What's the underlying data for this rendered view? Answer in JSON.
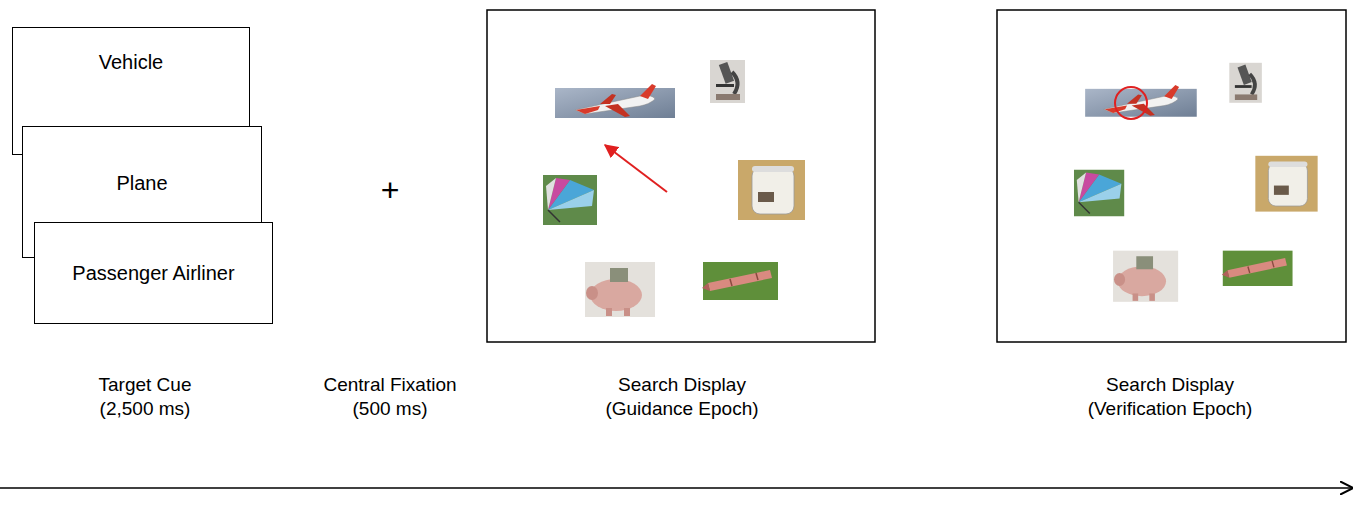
{
  "diagram": {
    "nodes": [
      {
        "text": [
          "Vehicle"
        ]
      },
      {
        "text": [
          "Plane"
        ]
      },
      {
        "text": [
          "Passenger Airliner"
        ]
      }
    ],
    "labels": [
      "+",
      "Target Cue (2,500 ms)",
      "Central Fixation (500 ms)",
      "Search Display (Guidance Epoch)",
      "Search Display (Verification Epoch)"
    ]
  }
}
